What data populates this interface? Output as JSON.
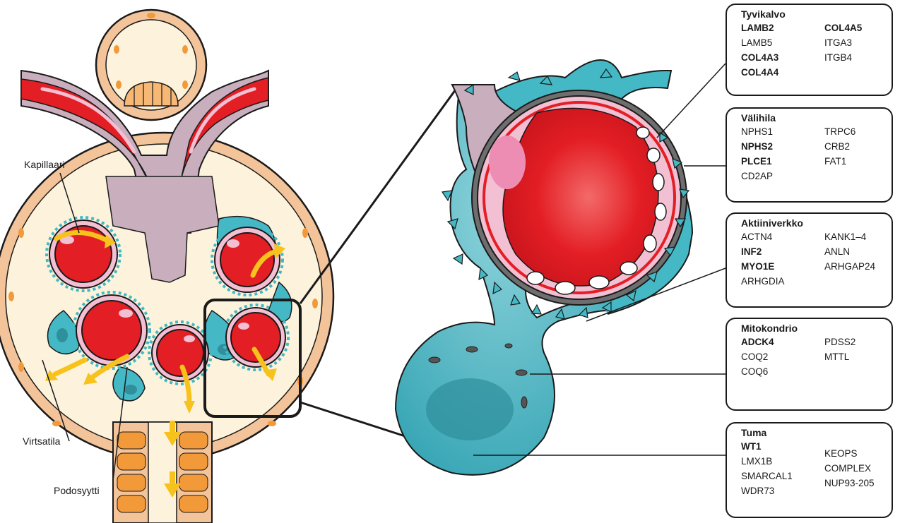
{
  "labels": {
    "capillary": "Kapillaari",
    "urinary_space": "Virtsatila",
    "podocyte": "Podosyytti"
  },
  "boxes": [
    {
      "title": "Tyvikalvo",
      "left": [
        {
          "name": "LAMB2",
          "bold": true
        },
        {
          "name": "LAMB5",
          "bold": false
        },
        {
          "name": "COL4A3",
          "bold": true
        },
        {
          "name": "COL4A4",
          "bold": true
        }
      ],
      "right": [
        {
          "name": "COL4A5",
          "bold": true
        },
        {
          "name": "ITGA3",
          "bold": false
        },
        {
          "name": "ITGB4",
          "bold": false
        }
      ]
    },
    {
      "title": "Välihila",
      "left": [
        {
          "name": "NPHS1",
          "bold": false
        },
        {
          "name": "NPHS2",
          "bold": true
        },
        {
          "name": "PLCE1",
          "bold": true
        },
        {
          "name": "CD2AP",
          "bold": false
        }
      ],
      "right": [
        {
          "name": "TRPC6",
          "bold": false
        },
        {
          "name": "CRB2",
          "bold": false
        },
        {
          "name": "FAT1",
          "bold": false
        }
      ]
    },
    {
      "title": "Aktiiniverkko",
      "left": [
        {
          "name": "ACTN4",
          "bold": false
        },
        {
          "name": "INF2",
          "bold": true
        },
        {
          "name": "MYO1E",
          "bold": true
        },
        {
          "name": "ARHGDIA",
          "bold": false
        }
      ],
      "right": [
        {
          "name": "KANK1–4",
          "bold": false
        },
        {
          "name": "ANLN",
          "bold": false
        },
        {
          "name": "ARHGAP24",
          "bold": false
        }
      ]
    },
    {
      "title": "Mitokondrio",
      "left": [
        {
          "name": "ADCK4",
          "bold": true
        },
        {
          "name": "COQ2",
          "bold": false
        },
        {
          "name": "COQ6",
          "bold": false
        }
      ],
      "right": [
        {
          "name": "PDSS2",
          "bold": false
        },
        {
          "name": "MTTL",
          "bold": false
        }
      ]
    },
    {
      "title": "Tuma",
      "left": [
        {
          "name": "WT1",
          "bold": true
        },
        {
          "name": "LMX1B",
          "bold": false
        },
        {
          "name": "SMARCAL1",
          "bold": false
        },
        {
          "name": "WDR73",
          "bold": false
        }
      ],
      "right": [
        {
          "name": "",
          "bold": false
        },
        {
          "name": "KEOPS",
          "bold": false
        },
        {
          "name": "COMPLEX",
          "bold": false
        },
        {
          "name": "NUP93-205",
          "bold": false
        }
      ]
    }
  ],
  "colors": {
    "blood_red": "#e31e24",
    "capillary_wall_pink": "#f3bfd3",
    "mesangium_mauve": "#c9aebe",
    "podocyte_teal": "#45b8c6",
    "urinary_space_cream": "#fdf3dc",
    "capsule_tan": "#f3c39a",
    "arrow_yellow": "#f7c21b",
    "outline": "#1a1a1a"
  }
}
